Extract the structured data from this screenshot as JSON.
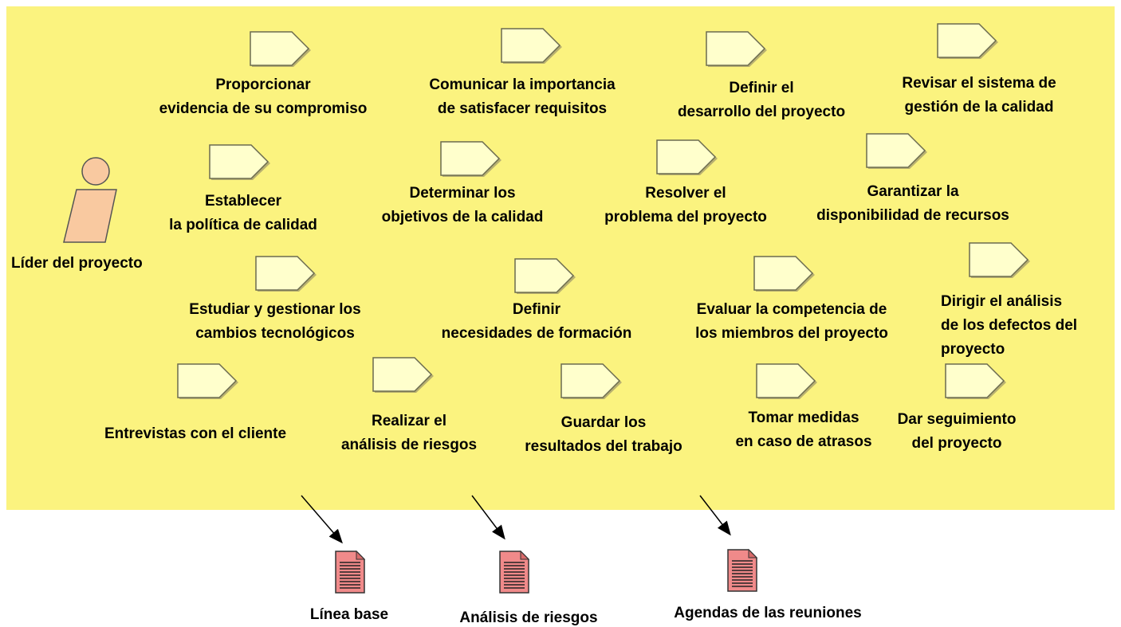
{
  "actor": {
    "label": "Líder del proyecto",
    "icon": "actor-icon",
    "fill": "#f9c9a0"
  },
  "colors": {
    "lane": "#fbf37f",
    "activity": "#ffffcc",
    "document": "#f08a8a"
  },
  "activities": [
    {
      "label": "Proporcionar\nevidencia de su compromiso"
    },
    {
      "label": "Comunicar la importancia\nde satisfacer requisitos"
    },
    {
      "label": "Definir el\ndesarrollo del proyecto"
    },
    {
      "label": "Revisar el sistema de\ngestión de la calidad"
    },
    {
      "label": "Establecer\nla política de calidad"
    },
    {
      "label": "Determinar los\nobjetivos de la calidad"
    },
    {
      "label": "Resolver el\nproblema del proyecto"
    },
    {
      "label": "Garantizar la\ndisponibilidad de recursos"
    },
    {
      "label": "Estudiar y gestionar los\ncambios tecnológicos"
    },
    {
      "label": "Definir\nnecesidades de formación"
    },
    {
      "label": "Evaluar la competencia de\nlos miembros del proyecto"
    },
    {
      "label": "Dirigir el análisis\nde los defectos del\nproyecto"
    },
    {
      "label": "Entrevistas con el cliente"
    },
    {
      "label": "Realizar el\nanálisis de riesgos"
    },
    {
      "label": "Guardar los\nresultados del trabajo"
    },
    {
      "label": "Tomar medidas\nen caso de atrasos"
    },
    {
      "label": "Dar seguimiento\ndel proyecto"
    }
  ],
  "documents": [
    {
      "label": "Línea base",
      "icon": "document-icon"
    },
    {
      "label": "Análisis de riesgos",
      "icon": "document-icon"
    },
    {
      "label": "Agendas de las reuniones",
      "icon": "document-icon"
    }
  ]
}
